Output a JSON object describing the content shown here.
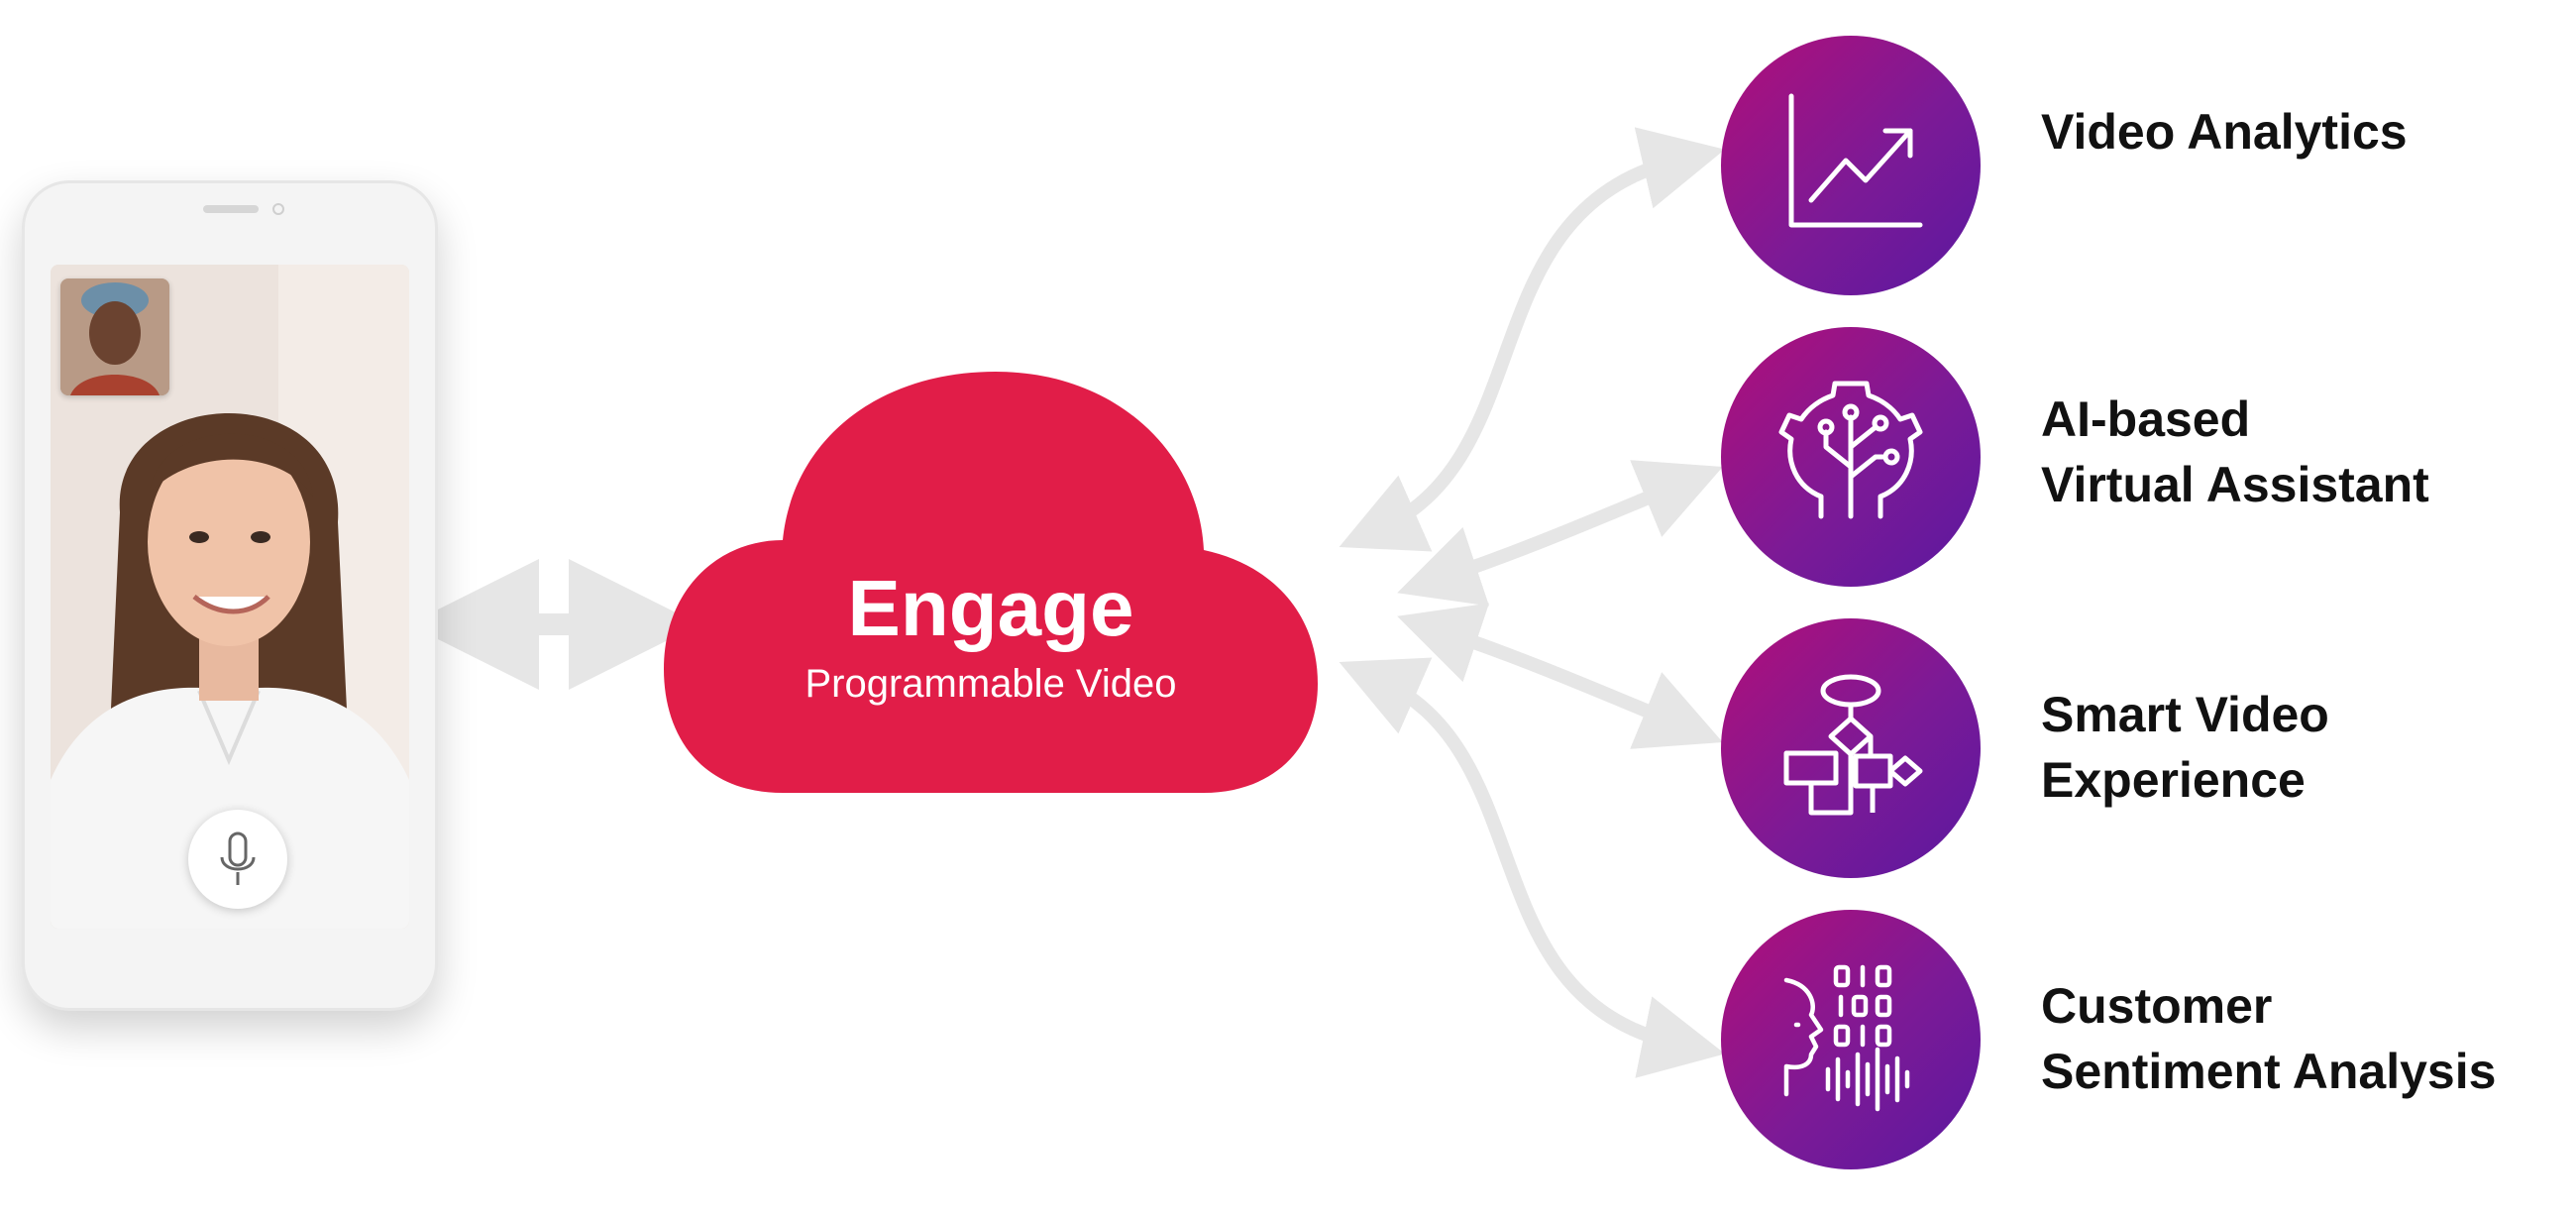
{
  "cloud": {
    "title": "Engage",
    "subtitle": "Programmable Video"
  },
  "features": [
    {
      "icon": "line-chart-icon",
      "lines": [
        "Video Analytics"
      ]
    },
    {
      "icon": "ai-gear-circuit-icon",
      "lines": [
        "AI-based",
        "Virtual Assistant"
      ]
    },
    {
      "icon": "flowchart-icon",
      "lines": [
        "Smart Video",
        "Experience"
      ]
    },
    {
      "icon": "face-binary-soundwave-icon",
      "lines": [
        "Customer",
        "Sentiment Analysis"
      ]
    }
  ],
  "colors": {
    "cloud": "#e11d48",
    "circle_start": "#b10f79",
    "circle_end": "#5a18a0",
    "arrows": "#e6e6e6",
    "label_text": "#111111"
  }
}
